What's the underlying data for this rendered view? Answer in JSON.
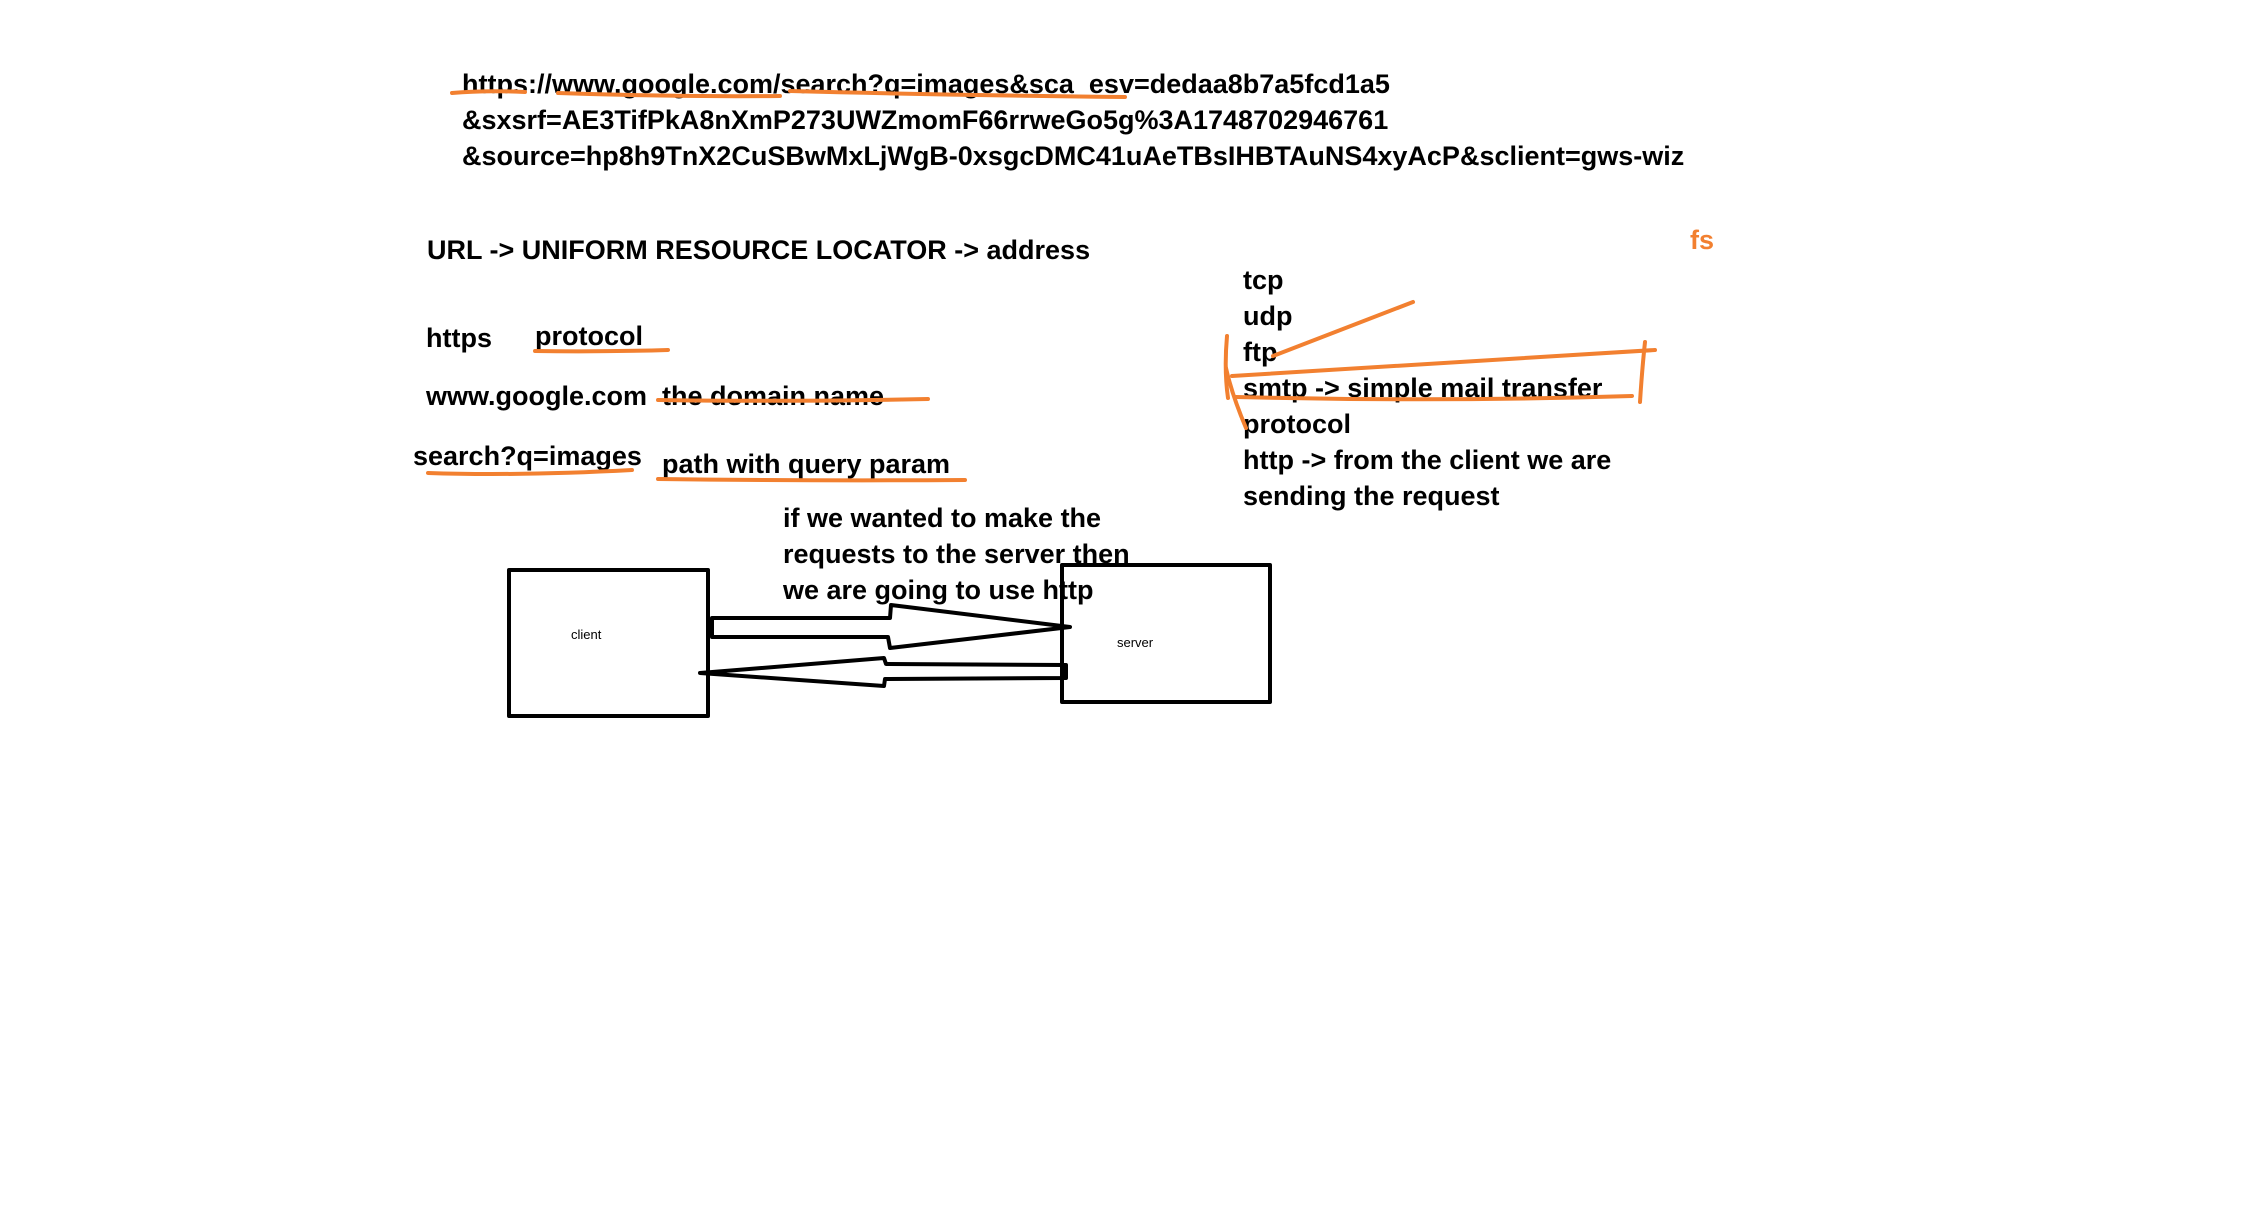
{
  "colors": {
    "ink": "#000000",
    "highlight": "#f28030",
    "background": "#ffffff"
  },
  "url_example": {
    "line1": "https://www.google.com/search?q=images&sca_esv=dedaa8b7a5fcd1a5",
    "line2": "&sxsrf=AE3TifPkA8nXmP273UWZmomF66rrweGo5g%3A1748702946761",
    "line3": "&source=hp8h9TnX2CuSBwMxLjWgB-0xsgcDMC41uAeTBsIHBTAuNS4xyAcP&sclient=gws-wiz"
  },
  "definition": "URL -> UNIFORM RESOURCE LOCATOR -> address",
  "parts": [
    {
      "term": "https",
      "meaning": "protocol"
    },
    {
      "term": "www.google.com",
      "meaning": "the domain name"
    },
    {
      "term": "search?q=images",
      "meaning": "path with query param"
    }
  ],
  "protocols": {
    "tcp": "tcp",
    "udp": "udp",
    "ftp": "ftp",
    "smtp_line1": "smtp -> simple mail transfer",
    "smtp_line2": "protocol",
    "http_line1": "http -> from the client we are",
    "http_line2": "sending the request"
  },
  "side_note": "fs",
  "http_note": {
    "line1": "if we wanted to make the",
    "line2": "requests to the server then",
    "line3": "we are going to use http"
  },
  "diagram": {
    "client_label": "client",
    "server_label": "server"
  }
}
